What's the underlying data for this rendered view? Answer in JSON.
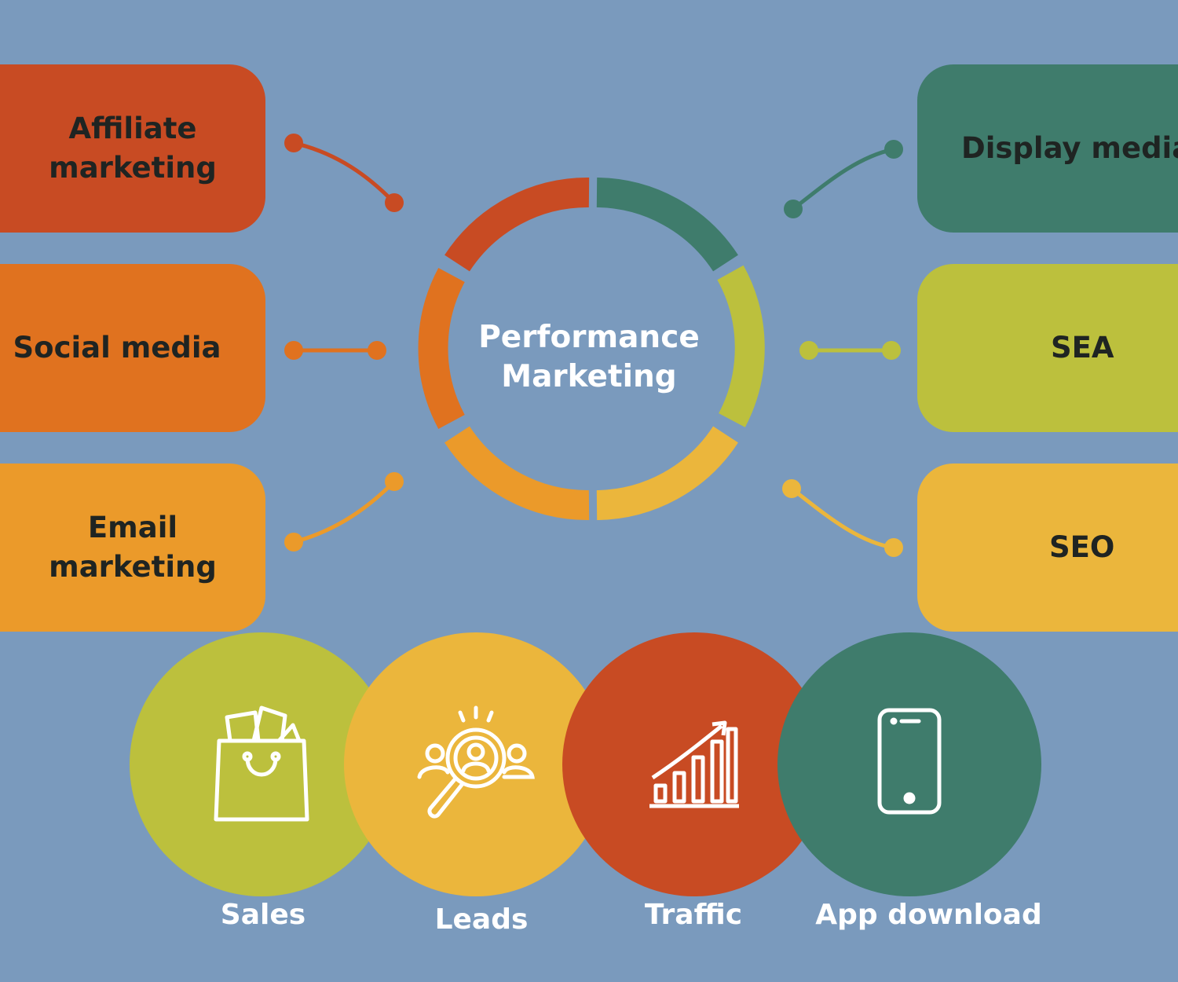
{
  "center": {
    "label": "Performance\nMarketing"
  },
  "channels": {
    "affiliate": {
      "label": "Affiliate\nmarketing",
      "color": "#c84b23"
    },
    "social": {
      "label": "Social media",
      "color": "#e0721f"
    },
    "email": {
      "label": "Email\nmarketing",
      "color": "#eb9a2a"
    },
    "display": {
      "label": "Display media",
      "color": "#3f7c6c"
    },
    "sea": {
      "label": "SEA",
      "color": "#bcc03d"
    },
    "seo": {
      "label": "SEO",
      "color": "#ebb63c"
    }
  },
  "goals": [
    {
      "label": "Sales",
      "color": "#bcc03d",
      "icon": "shopping-bag-icon"
    },
    {
      "label": "Leads",
      "color": "#ebb63c",
      "icon": "magnifier-people-icon"
    },
    {
      "label": "Traffic",
      "color": "#c84b23",
      "icon": "growth-chart-icon"
    },
    {
      "label": "App download",
      "color": "#3f7c6c",
      "icon": "smartphone-icon"
    }
  ],
  "colors": {
    "background": "#7a9abd",
    "icon_stroke": "#ffffff"
  }
}
